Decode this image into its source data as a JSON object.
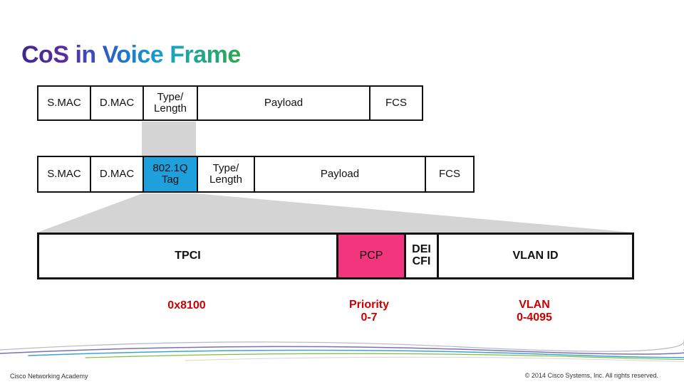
{
  "title": "CoS in Voice Frame",
  "frame_standard": {
    "fields": [
      "S.MAC",
      "D.MAC",
      "Type/\nLength",
      "Payload",
      "FCS"
    ]
  },
  "frame_tagged": {
    "fields": [
      "S.MAC",
      "D.MAC",
      "802.1Q\nTag",
      "Type/\nLength",
      "Payload",
      "FCS"
    ]
  },
  "tag_detail": {
    "fields": [
      "TPCI",
      "PCP",
      "DEI\nCFI",
      "VLAN ID"
    ],
    "values": {
      "tpci": "0x8100",
      "pcp": "Priority\n0-7",
      "vlan": "VLAN\n0-4095"
    }
  },
  "colors": {
    "tag": "#1ea0dc",
    "pcp": "#f1367e",
    "value_text": "#cc0000",
    "expand_wedge": "#d4d4d4"
  },
  "footer": {
    "left": "Cisco Networking Academy",
    "right": "© 2014 Cisco Systems, Inc. All rights reserved."
  }
}
